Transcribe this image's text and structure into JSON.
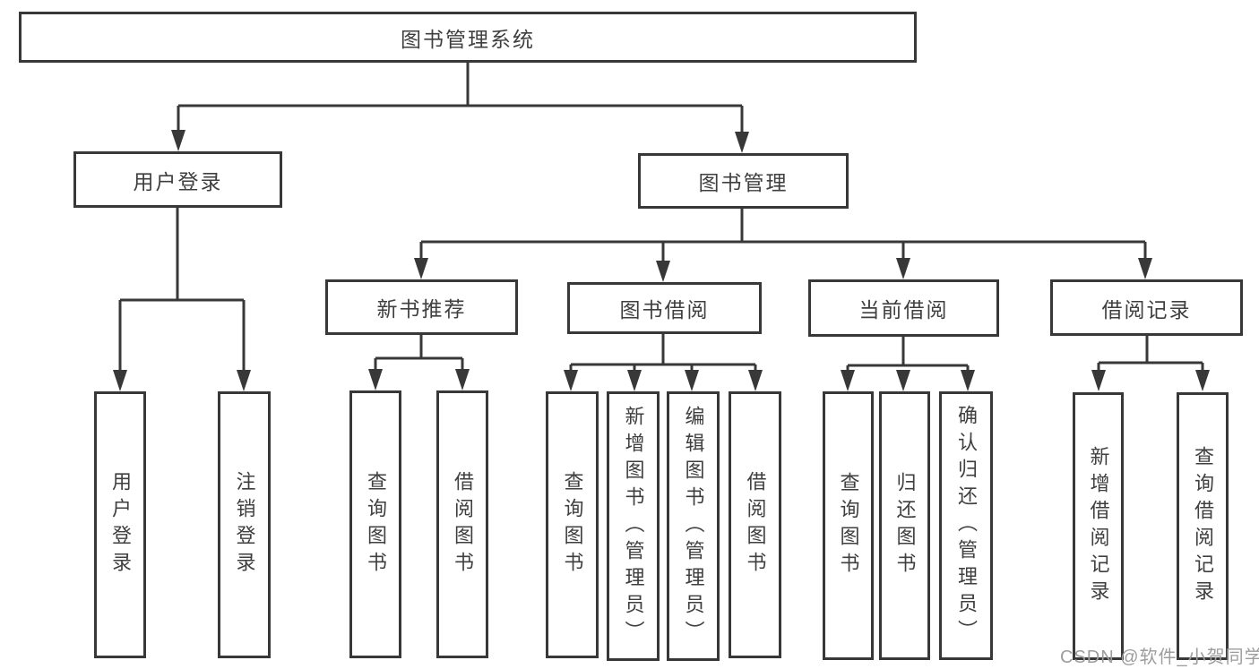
{
  "tree": {
    "label": "图书管理系统",
    "children": [
      {
        "label": "用户登录",
        "children": [
          {
            "label": "用户登录"
          },
          {
            "label": "注销登录"
          }
        ]
      },
      {
        "label": "图书管理",
        "children": [
          {
            "label": "新书推荐",
            "children": [
              {
                "label": "查询图书"
              },
              {
                "label": "借阅图书"
              }
            ]
          },
          {
            "label": "图书借阅",
            "children": [
              {
                "label": "查询图书"
              },
              {
                "label": "新增图书（管理员）"
              },
              {
                "label": "编辑图书（管理员）"
              },
              {
                "label": "借阅图书"
              }
            ]
          },
          {
            "label": "当前借阅",
            "children": [
              {
                "label": "查询图书"
              },
              {
                "label": "归还图书"
              },
              {
                "label": "确认归还（管理员）"
              }
            ]
          },
          {
            "label": "借阅记录",
            "children": [
              {
                "label": "新增借阅记录"
              },
              {
                "label": "查询借阅记录"
              }
            ]
          }
        ]
      }
    ]
  },
  "watermark": "CSDN @软件_小贺同学",
  "colors": {
    "line": "#383838",
    "text": "#3f3f3f",
    "background": "#ffffff",
    "watermark": "#9d9d9d"
  }
}
